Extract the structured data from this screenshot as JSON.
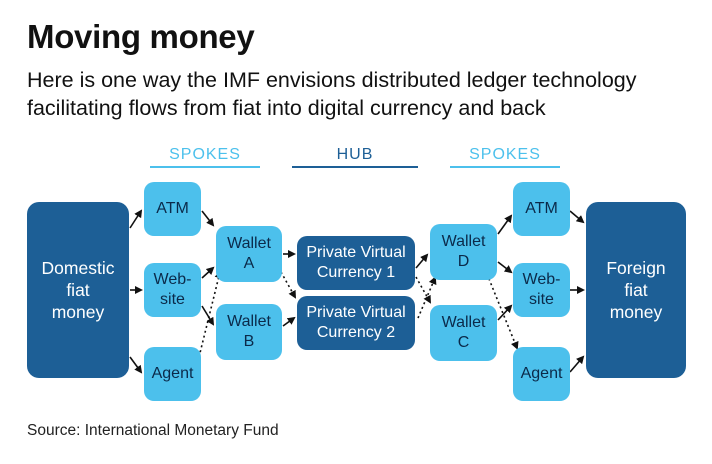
{
  "title": "Moving money",
  "subtitle": "Here is one way the IMF envisions distributed ledger technology facilitating flows from fiat into digital currency and back",
  "headers": {
    "spokes_left": "SPOKES",
    "hub": "HUB",
    "spokes_right": "SPOKES"
  },
  "nodes": {
    "domestic": "Domestic fiat money",
    "atm_left": "ATM",
    "website_left": "Web-site",
    "agent_left": "Agent",
    "wallet_a": "Wallet A",
    "wallet_b": "Wallet B",
    "pvc1": "Private Virtual Currency 1",
    "pvc2": "Private Virtual Currency 2",
    "wallet_d": "Wallet D",
    "wallet_c": "Wallet C",
    "atm_right": "ATM",
    "website_right": "Web-site",
    "agent_right": "Agent",
    "foreign": "Foreign fiat money"
  },
  "colors": {
    "light_box": "#4cc0ec",
    "dark_box": "#1d5f96",
    "spokes_header": "#4cc0ec",
    "hub_header": "#1d5f96"
  },
  "source": "Source: International Monetary Fund"
}
